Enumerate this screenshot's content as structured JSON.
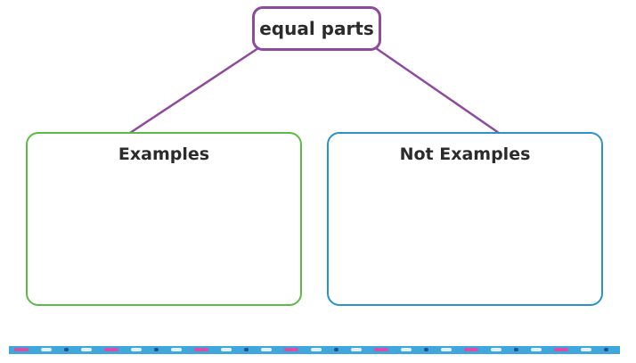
{
  "diagram": {
    "top_node": {
      "label": "equal parts"
    },
    "left_box": {
      "title": "Examples"
    },
    "right_box": {
      "title": "Not Examples"
    }
  },
  "colors": {
    "top_node_border": "#8e4a9c",
    "connector": "#8e4a9c",
    "left_box_border": "#5cba47",
    "right_box_border": "#2b93c9",
    "band": "#3fa7dc"
  }
}
